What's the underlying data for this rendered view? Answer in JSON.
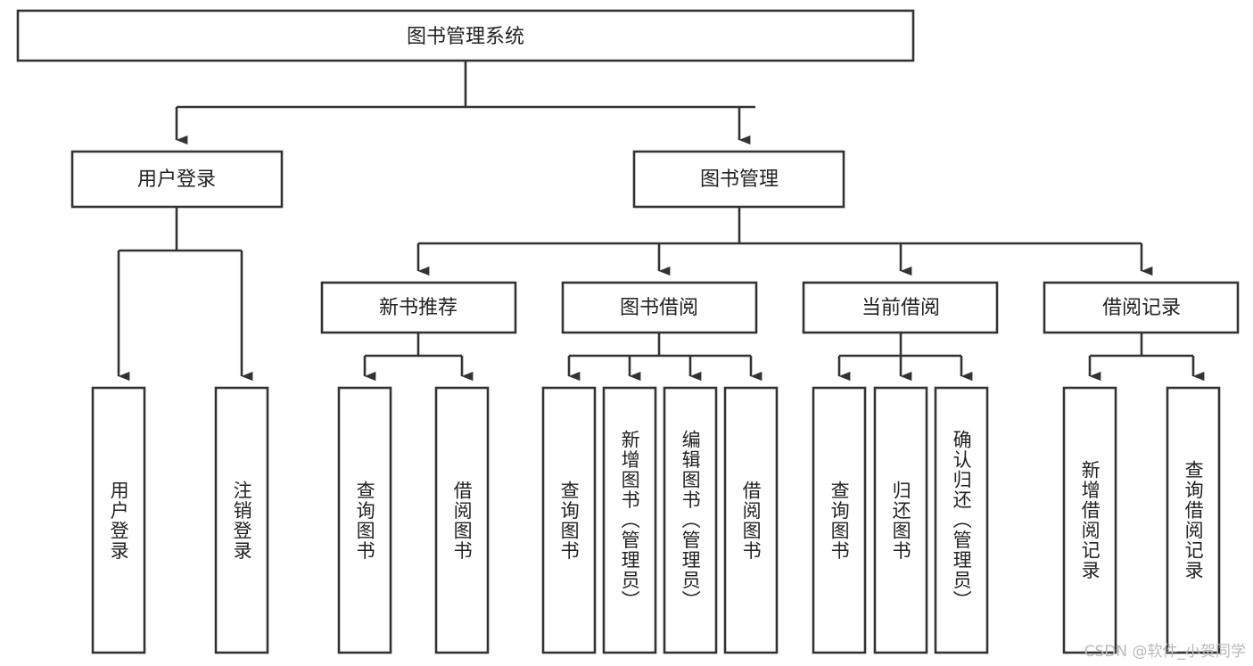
{
  "diagram": {
    "title": "图书管理系统",
    "type": "hierarchy-tree",
    "root": {
      "id": "root",
      "label": "图书管理系统",
      "orientation": "horizontal"
    },
    "level2": [
      {
        "id": "user-login",
        "label": "用户登录",
        "orientation": "horizontal"
      },
      {
        "id": "book-manage",
        "label": "图书管理",
        "orientation": "horizontal"
      }
    ],
    "level3": [
      {
        "id": "new-book-rec",
        "label": "新书推荐",
        "orientation": "horizontal",
        "parent": "book-manage"
      },
      {
        "id": "book-borrow",
        "label": "图书借阅",
        "orientation": "horizontal",
        "parent": "book-manage"
      },
      {
        "id": "current-borrow",
        "label": "当前借阅",
        "orientation": "horizontal",
        "parent": "book-manage"
      },
      {
        "id": "borrow-record",
        "label": "借阅记录",
        "orientation": "horizontal",
        "parent": "book-manage"
      }
    ],
    "leaves": [
      {
        "id": "leaf-user-login",
        "label": "用户登录",
        "parent": "user-login",
        "orientation": "vertical"
      },
      {
        "id": "leaf-user-logout",
        "label": "注销登录",
        "parent": "user-login",
        "orientation": "vertical"
      },
      {
        "id": "leaf-query-book-1",
        "label": "查询图书",
        "parent": "new-book-rec",
        "orientation": "vertical"
      },
      {
        "id": "leaf-borrow-book-1",
        "label": "借阅图书",
        "parent": "new-book-rec",
        "orientation": "vertical"
      },
      {
        "id": "leaf-query-book-2",
        "label": "查询图书",
        "parent": "book-borrow",
        "orientation": "vertical"
      },
      {
        "id": "leaf-add-book",
        "label": "新增图书（管理员）",
        "parent": "book-borrow",
        "orientation": "vertical"
      },
      {
        "id": "leaf-edit-book",
        "label": "编辑图书（管理员）",
        "parent": "book-borrow",
        "orientation": "vertical"
      },
      {
        "id": "leaf-borrow-book-2",
        "label": "借阅图书",
        "parent": "book-borrow",
        "orientation": "vertical"
      },
      {
        "id": "leaf-query-book-3",
        "label": "查询图书",
        "parent": "current-borrow",
        "orientation": "vertical"
      },
      {
        "id": "leaf-return-book",
        "label": "归还图书",
        "parent": "current-borrow",
        "orientation": "vertical"
      },
      {
        "id": "leaf-confirm-return",
        "label": "确认归还（管理员）",
        "parent": "current-borrow",
        "orientation": "vertical"
      },
      {
        "id": "leaf-add-record",
        "label": "新增借阅记录",
        "parent": "borrow-record",
        "orientation": "vertical"
      },
      {
        "id": "leaf-query-record",
        "label": "查询借阅记录",
        "parent": "borrow-record",
        "orientation": "vertical"
      }
    ]
  },
  "watermark": {
    "text": "CSDN @软件_小贺同学",
    "color": "#b9b9b9"
  },
  "style": {
    "background": "#ffffff",
    "stroke": "#333333",
    "box_fill": "#ffffff",
    "text": "#222222"
  }
}
